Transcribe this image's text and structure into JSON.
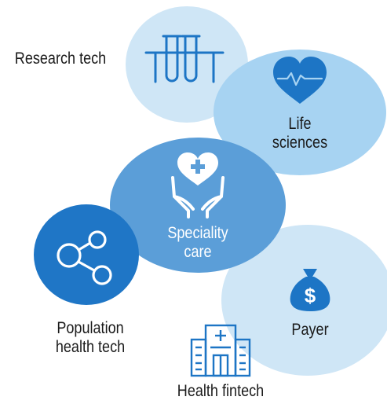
{
  "colors": {
    "pale_blue": "#cfe6f6",
    "light_blue": "#a7d3f2",
    "mid_blue": "#5b9ed8",
    "deep_blue": "#1f76c6",
    "icon_blue": "#1d75c5",
    "text_dark": "#1a1a1a",
    "text_light": "#ffffff"
  },
  "nodes": {
    "research": {
      "label": "Research tech",
      "icon": "test-tubes-icon"
    },
    "life": {
      "label_line1": "Life",
      "label_line2": "sciences",
      "icon": "heart-pulse-icon"
    },
    "speciality": {
      "label_line1": "Speciality",
      "label_line2": "care",
      "icon": "hands-heart-icon"
    },
    "population": {
      "label_line1": "Population",
      "label_line2": "health tech",
      "icon": "network-nodes-icon"
    },
    "payer": {
      "label": "Payer",
      "icon": "money-bag-icon"
    },
    "fintech": {
      "label": "Health fintech",
      "icon": "hospital-building-icon"
    }
  }
}
